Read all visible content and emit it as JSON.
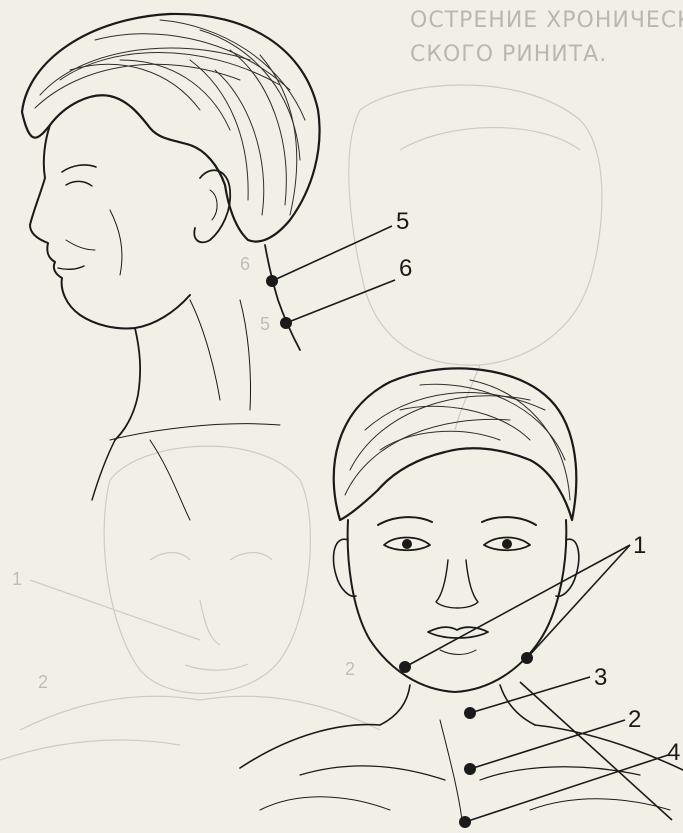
{
  "header": {
    "line1": "ОСТРЕНИЕ  ХРОНИЧЕСКОГО  АТРОФ",
    "line2": "СКОГО  РИНИТА."
  },
  "labels": {
    "l1": "1",
    "l2": "2",
    "l3": "3",
    "l4": "4",
    "l5": "5",
    "l6": "6"
  },
  "ghost_labels": {
    "g1": "1",
    "g2": "2",
    "g3": "2",
    "g4": "5",
    "g5": "6"
  },
  "colors": {
    "ink": "#1a1a1a",
    "paper": "#f2efe6",
    "ghost": "#9a968c"
  }
}
